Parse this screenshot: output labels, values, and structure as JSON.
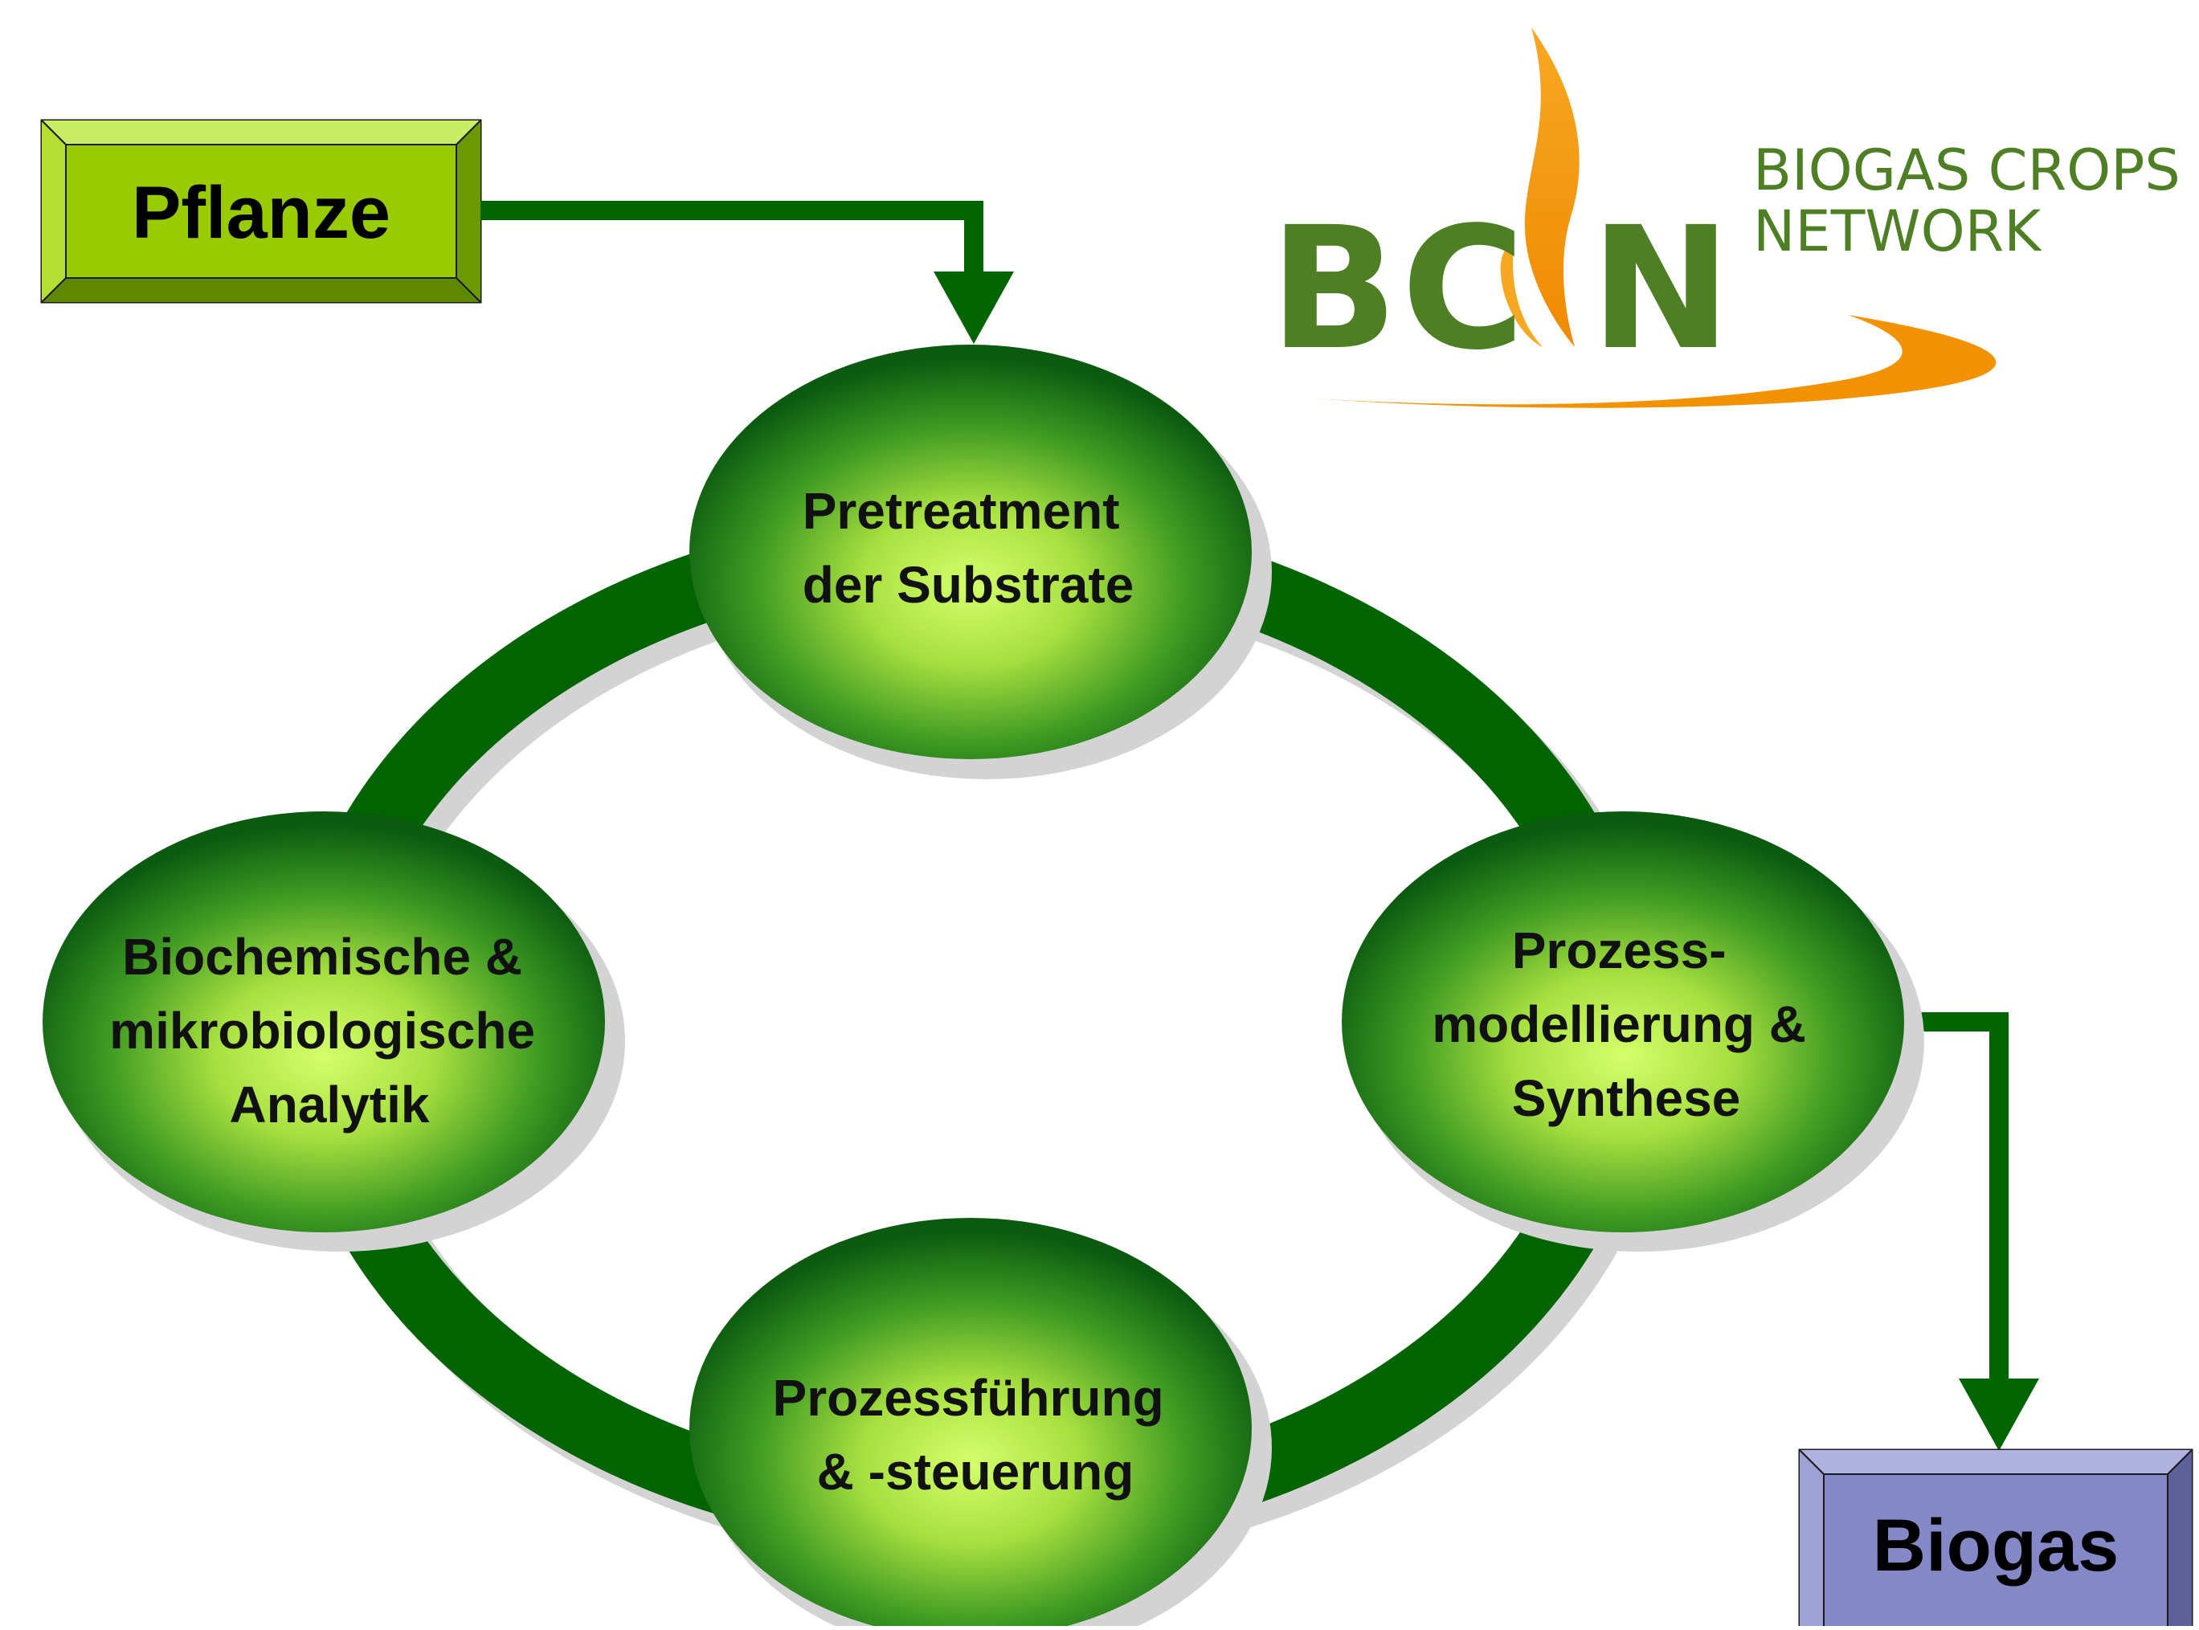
{
  "colors": {
    "cycle_ring": "#006400",
    "ring_shadow": "#d3d3d3",
    "node_center": "#d4ff6a",
    "node_edge": "#0b5a10",
    "input_box": "#99cc00",
    "output_box": "#8488c6",
    "logo_green": "#4f7f24",
    "logo_orange": "#f39200"
  },
  "input_box": {
    "label": "Pflanze"
  },
  "output_box": {
    "label": "Biogas"
  },
  "cycle_nodes": [
    {
      "id": "pretreatment",
      "lines": [
        "Pretreatment",
        "der Substrate"
      ]
    },
    {
      "id": "prozessmodellierung",
      "lines": [
        "Prozess-",
        "modellierung &",
        "Synthese"
      ]
    },
    {
      "id": "prozessfuehrung",
      "lines": [
        "Prozessführung",
        "& -steuerung"
      ]
    },
    {
      "id": "analytik",
      "lines": [
        "Biochemische &",
        "mikrobiologische",
        "Analytik"
      ]
    }
  ],
  "logo": {
    "letters": "BC N",
    "name_line1": "BIOGAS CROPS",
    "name_line2": "NETWORK"
  }
}
